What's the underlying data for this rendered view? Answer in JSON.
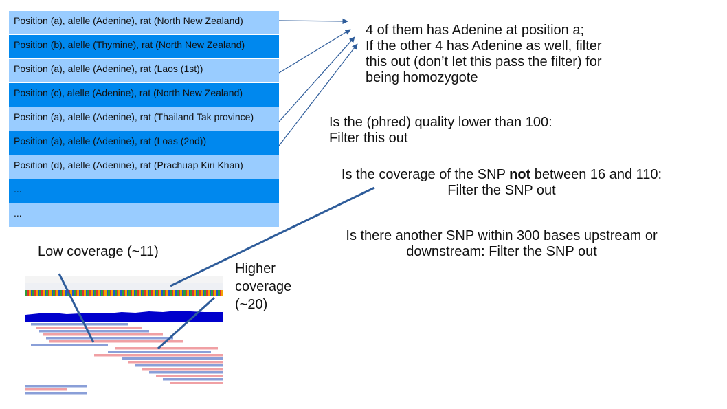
{
  "table_rows": [
    "Position (a), alelle (Adenine), rat (North New Zealand)",
    "Position (b), alelle (Thymine), rat (North New Zealand)",
    "Position (a), alelle (Adenine), rat (Laos (1st))",
    "Position (c), alelle (Adenine), rat (North New Zealand)",
    "Position (a), alelle (Adenine), rat (Thailand Tak province)",
    "Position (a), alelle (Adenine), rat (Loas (2nd))",
    "Position (d), alelle (Adenine), rat (Prachuap Kiri Khan)",
    "...",
    "..."
  ],
  "notes": {
    "adenine": {
      "line1": "4 of them has Adenine at position a;",
      "line2": "If the other 4 has Adenine as well, filter",
      "line3": "this out (don’t let this pass the filter) for",
      "line4": "being homozygote"
    },
    "quality": {
      "line1": "Is the (phred) quality lower than 100:",
      "line2": "Filter this out"
    },
    "coverage": {
      "line1_before": "Is the coverage of the SNP ",
      "line1_bold": "not",
      "line1_after": " between 16 and 110:",
      "line2": "Filter the SNP out"
    },
    "proximity": {
      "line1": "Is there another SNP within 300 bases upstream or",
      "line2": "downstream: Filter the SNP out"
    }
  },
  "labels": {
    "low_coverage": "Low coverage (~11)",
    "higher_coverage_1": "Higher",
    "higher_coverage_2": "coverage",
    "higher_coverage_3": "(~20)"
  },
  "colors": {
    "row_light": "#99ccff",
    "row_dark": "#0088ee",
    "arrow": "#2e5c9a",
    "coverage_fill": "#0000cc",
    "read_blue": "#8a9fd8",
    "read_pink": "#f0a0a4"
  }
}
